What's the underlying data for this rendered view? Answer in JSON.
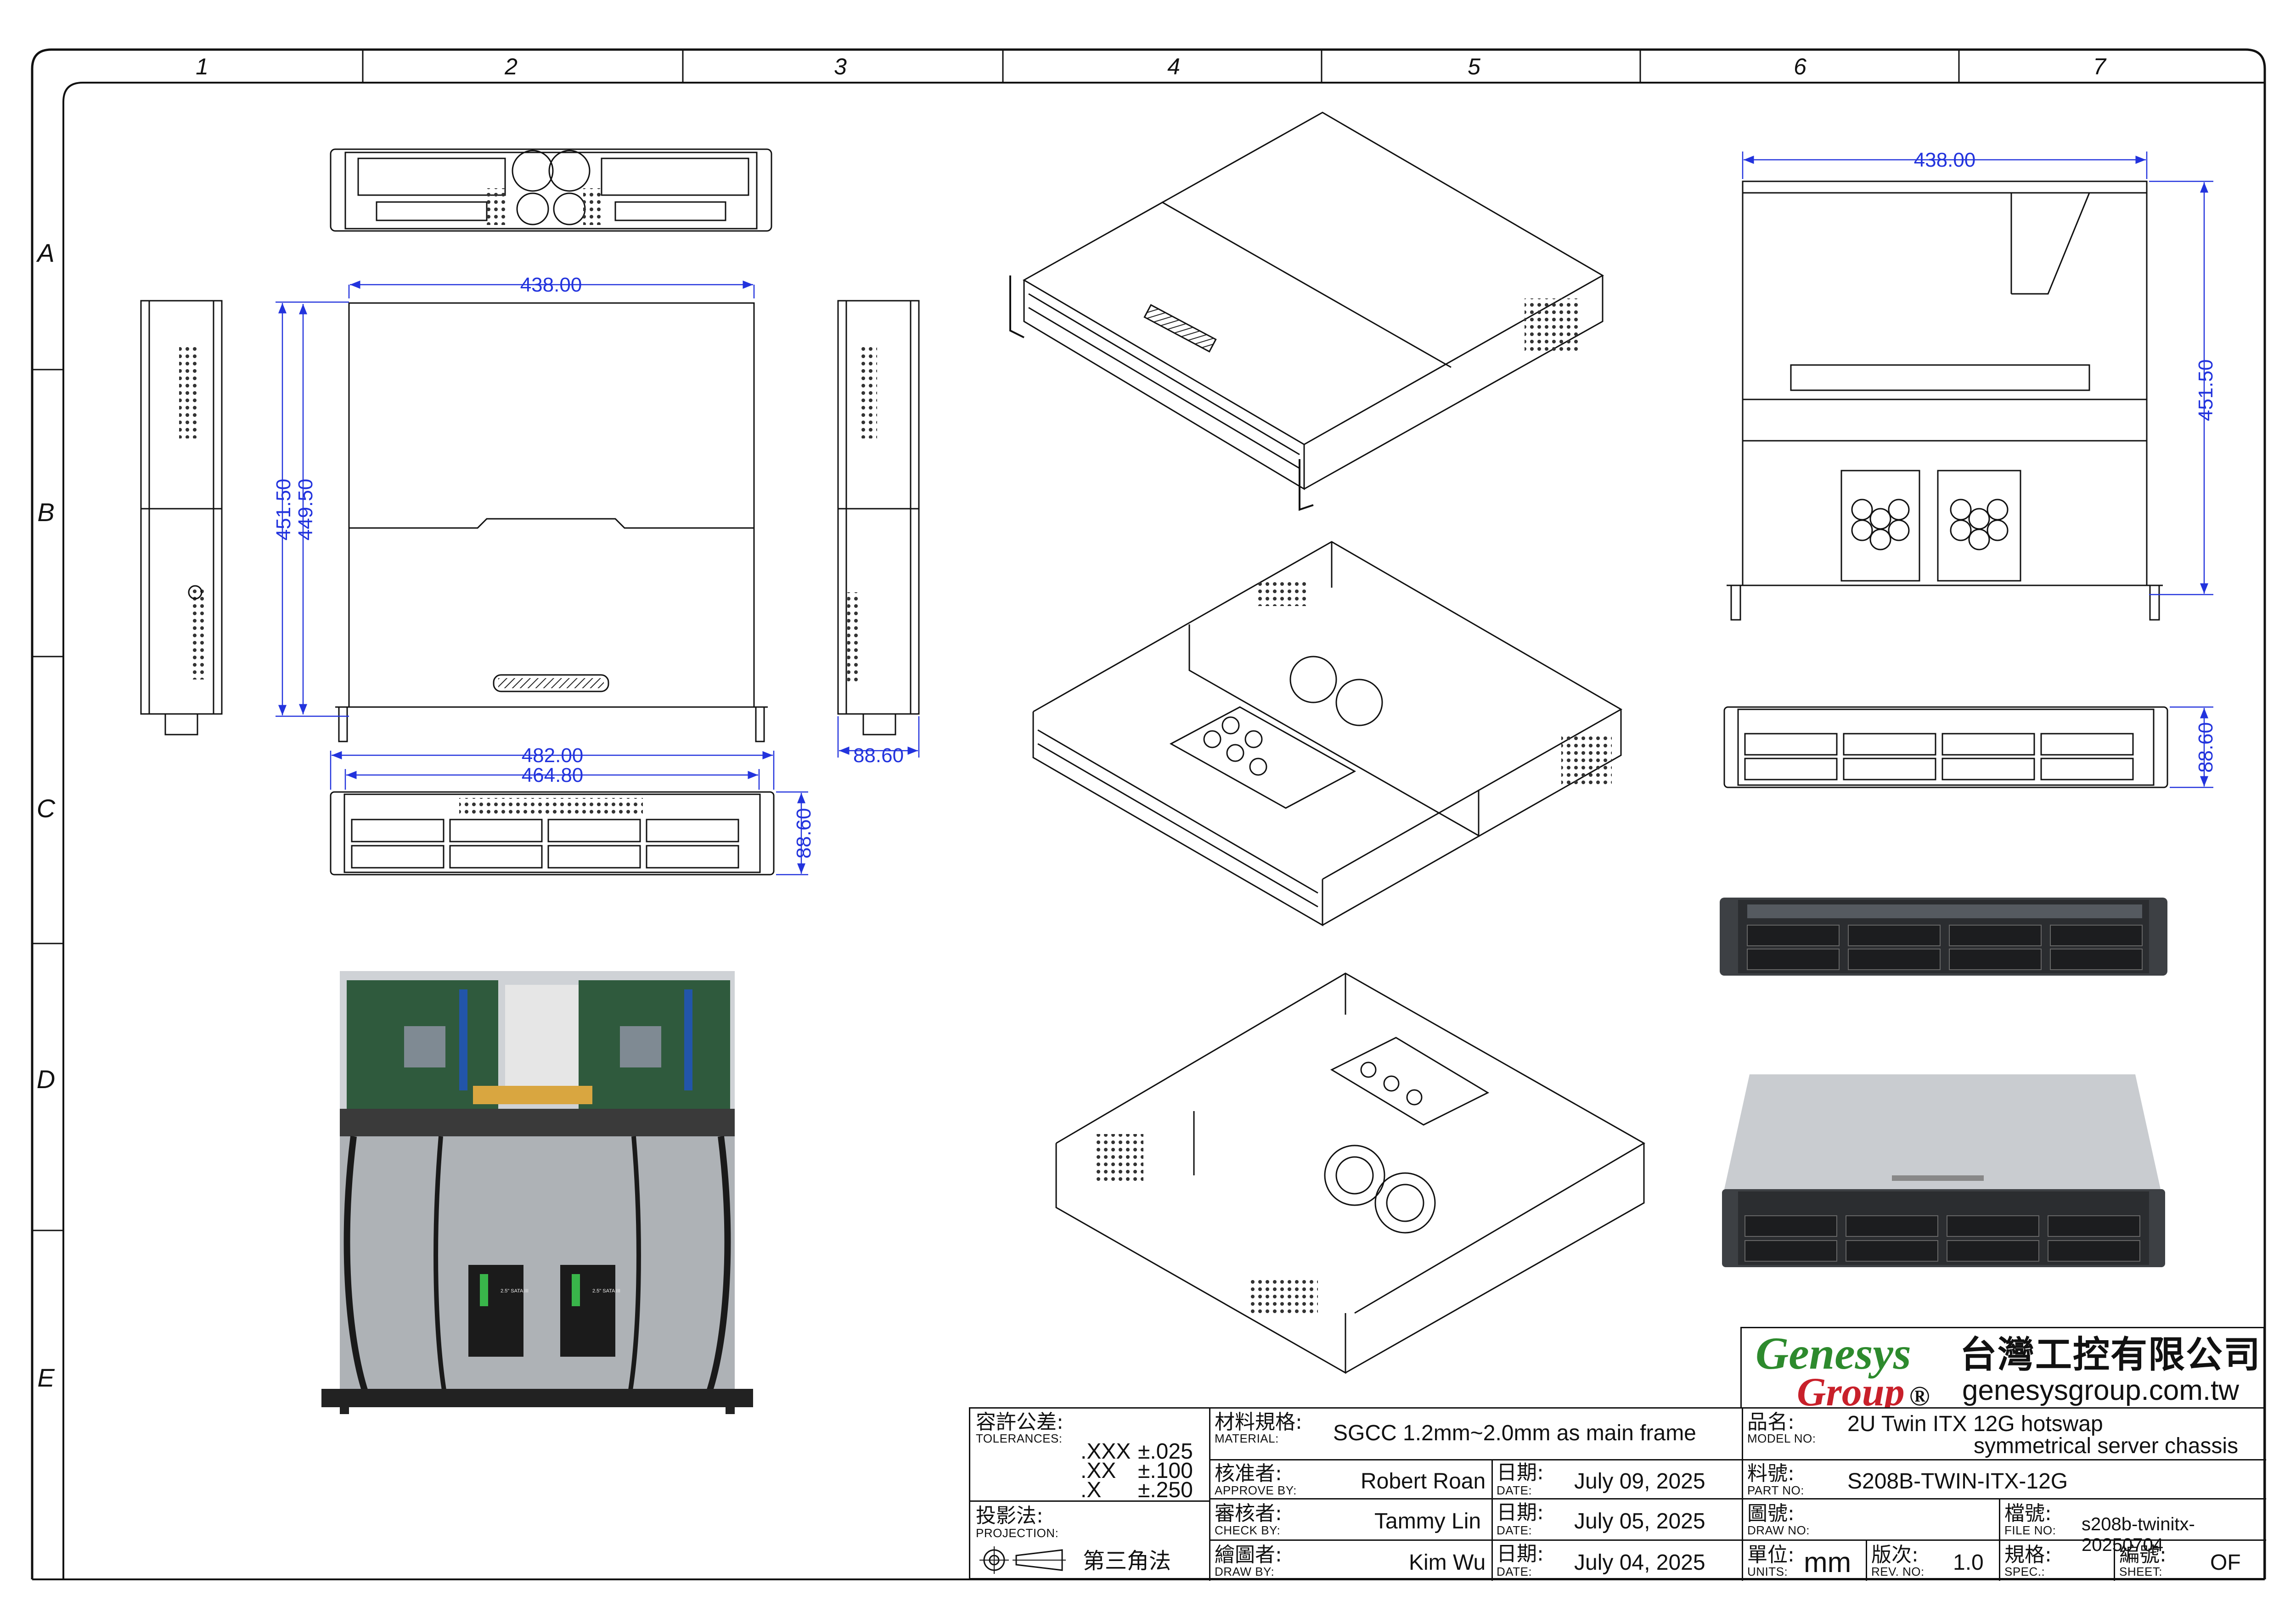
{
  "border": {
    "columns": [
      "1",
      "2",
      "3",
      "4",
      "5",
      "6",
      "7"
    ],
    "rows": [
      "A",
      "B",
      "C",
      "D",
      "E"
    ]
  },
  "dimensions": {
    "top_width": "438.00",
    "top_depth_outer": "451.50",
    "top_depth_inner": "449.50",
    "front_width_outer": "482.00",
    "front_width_inner": "464.80",
    "front_height": "88.60",
    "side_height": "88.60",
    "right_width": "438.00",
    "right_depth": "451.50",
    "right_front_height": "88.60"
  },
  "photo_labels": {
    "ssd_left_line1": "2.5\" SATA III",
    "ssd_right_line1": "2.5\" SATA III"
  },
  "company": {
    "logo_line1": "Genesys",
    "logo_line2": "Group",
    "logo_reg": "®",
    "name_zh": "台灣工控有限公司",
    "website": "genesysgroup.com.tw"
  },
  "title_block": {
    "tolerances_zh": "容許公差:",
    "tolerances_en": "TOLERANCES:",
    "tol_rows": [
      {
        "key": ".XXX",
        "val": "±.025"
      },
      {
        "key": ".XX",
        "val": "±.100"
      },
      {
        "key": ".X",
        "val": "±.250"
      }
    ],
    "projection_zh": "投影法:",
    "projection_en": "PROJECTION:",
    "projection_method": "第三角法",
    "material_zh": "材料規格:",
    "material_en": "MATERIAL:",
    "material_value": "SGCC 1.2mm~2.0mm as main frame",
    "approve_zh": "核准者:",
    "approve_en": "APPROVE BY:",
    "approve_name": "Robert Roan",
    "approve_date": "July 09, 2025",
    "check_zh": "審核者:",
    "check_en": "CHECK BY:",
    "check_name": "Tammy Lin",
    "check_date": "July 05, 2025",
    "draw_zh": "繪圖者:",
    "draw_en": "DRAW BY:",
    "draw_name": "Kim Wu",
    "draw_date": "July 04, 2025",
    "date_zh": "日期:",
    "date_en": "DATE:",
    "model_zh": "品名:",
    "model_en": "MODEL NO:",
    "model_line1": "2U Twin ITX 12G hotswap",
    "model_line2": "symmetrical server chassis",
    "part_zh": "料號:",
    "part_en": "PART NO:",
    "part_value": "S208B-TWIN-ITX-12G",
    "drawno_zh": "圖號:",
    "drawno_en": "DRAW NO:",
    "file_zh": "檔號:",
    "file_en": "FILE NO:",
    "file_value": "s208b-twinitx-20250704",
    "units_zh": "單位:",
    "units_en": "UNITS:",
    "units_value": "mm",
    "rev_zh": "版次:",
    "rev_en": "REV. NO:",
    "rev_value": "1.0",
    "spec_zh": "規格:",
    "spec_en": "SPEC.:",
    "sheet_zh": "編號:",
    "sheet_en": "SHEET:",
    "sheet_value": "OF"
  }
}
